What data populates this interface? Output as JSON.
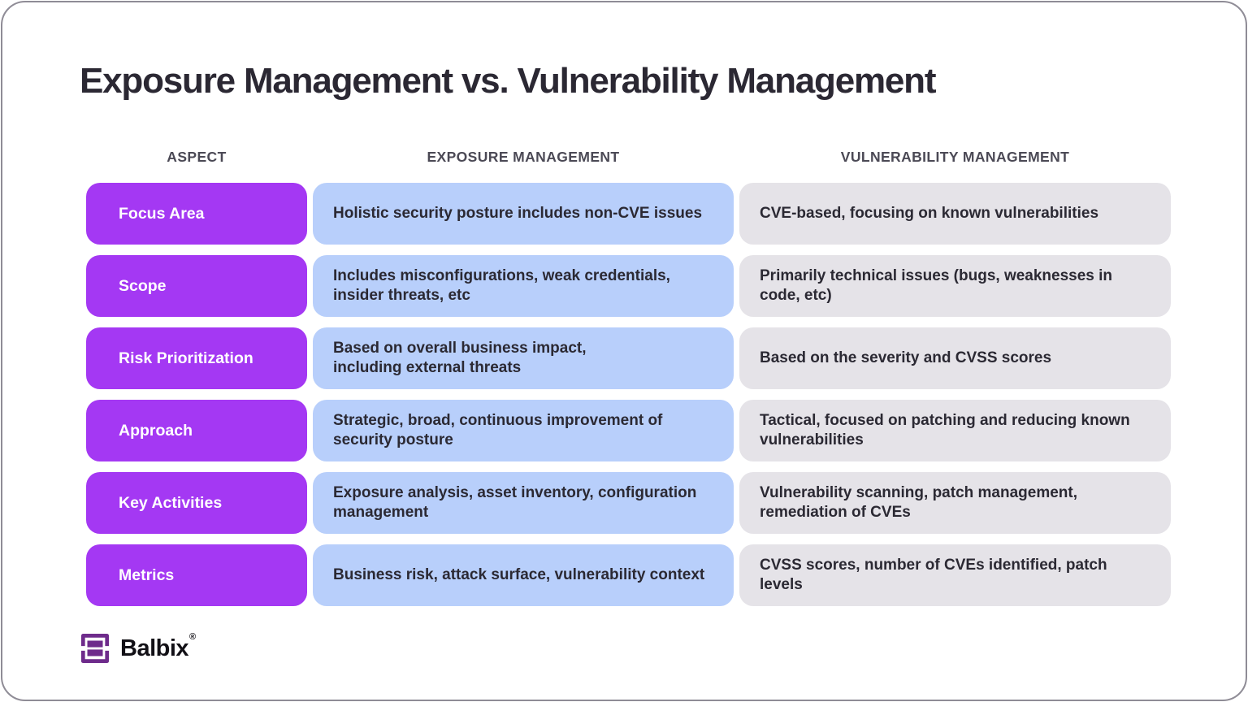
{
  "title": "Exposure Management vs. Vulnerability Management",
  "colors": {
    "aspect_pill": "#a438f3",
    "exposure_pill": "#b8cffb",
    "vulnerability_pill": "#e5e3e8",
    "title_text": "#2b2833",
    "header_text": "#4b4955",
    "body_text": "#2b2933",
    "logo_purple": "#6e2b8b"
  },
  "table": {
    "columns": [
      "ASPECT",
      "EXPOSURE MANAGEMENT",
      "VULNERABILITY MANAGEMENT"
    ],
    "rows": [
      {
        "aspect": "Focus Area",
        "exposure": "Holistic security posture includes non-CVE issues",
        "vulnerability": "CVE-based, focusing on known vulnerabilities"
      },
      {
        "aspect": "Scope",
        "exposure": "Includes misconfigurations, weak credentials,\ninsider threats, etc",
        "vulnerability": "Primarily technical issues (bugs, weaknesses in\ncode, etc)"
      },
      {
        "aspect": "Risk Prioritization",
        "exposure": "Based on overall business impact,\nincluding external threats",
        "vulnerability": "Based on the severity and CVSS scores"
      },
      {
        "aspect": "Approach",
        "exposure": "Strategic, broad, continuous improvement of\nsecurity posture",
        "vulnerability": "Tactical, focused on patching and reducing known\nvulnerabilities"
      },
      {
        "aspect": "Key Activities",
        "exposure": "Exposure analysis, asset inventory, configuration\nmanagement",
        "vulnerability": "Vulnerability scanning, patch management,\nremediation of CVEs"
      },
      {
        "aspect": "Metrics",
        "exposure": "Business risk, attack surface, vulnerability context",
        "vulnerability": "CVSS scores, number of CVEs identified, patch levels"
      }
    ]
  },
  "logo": {
    "name": "Balbix",
    "registered_mark": "®"
  }
}
